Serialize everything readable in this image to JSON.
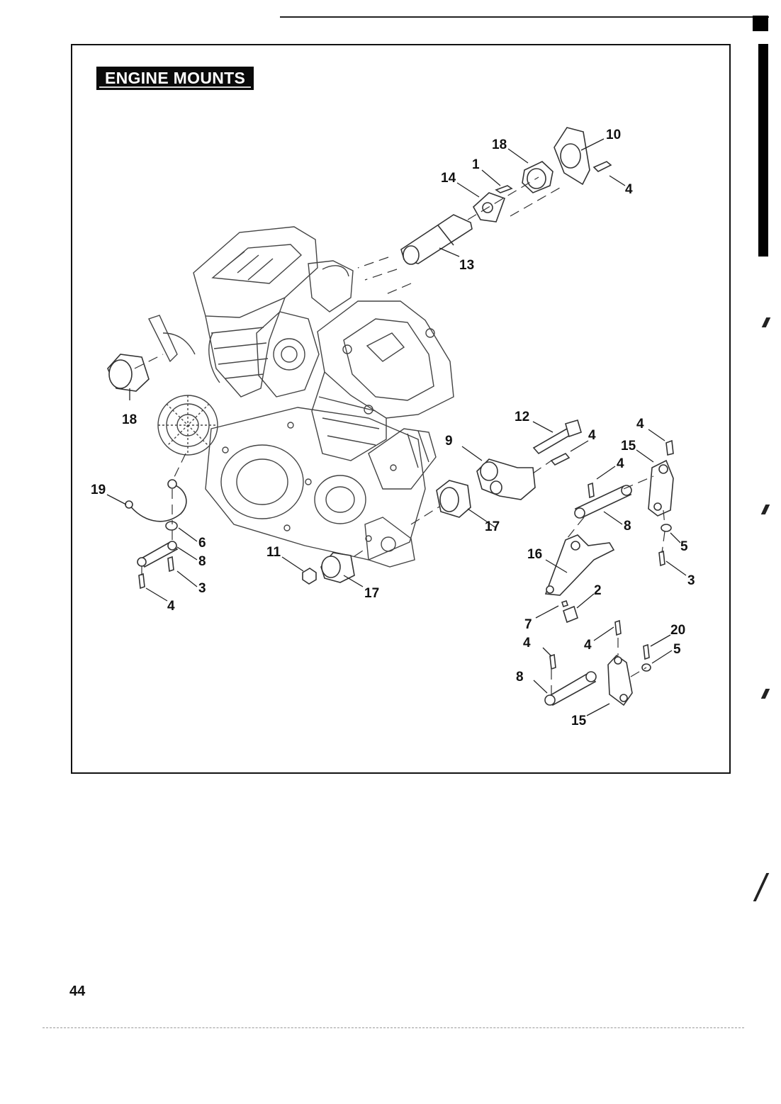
{
  "title": "ENGINE MOUNTS",
  "page_number": "44",
  "callouts": [
    {
      "id": "c10",
      "label": "10"
    },
    {
      "id": "c18a",
      "label": "18"
    },
    {
      "id": "c1",
      "label": "1"
    },
    {
      "id": "c14",
      "label": "14"
    },
    {
      "id": "c4a",
      "label": "4"
    },
    {
      "id": "c13",
      "label": "13"
    },
    {
      "id": "c18b",
      "label": "18"
    },
    {
      "id": "c12",
      "label": "12"
    },
    {
      "id": "c9",
      "label": "9"
    },
    {
      "id": "c4b",
      "label": "4"
    },
    {
      "id": "c4c",
      "label": "4"
    },
    {
      "id": "c15a",
      "label": "15"
    },
    {
      "id": "c4d",
      "label": "4"
    },
    {
      "id": "c19",
      "label": "19"
    },
    {
      "id": "c8a",
      "label": "8"
    },
    {
      "id": "c17a",
      "label": "17"
    },
    {
      "id": "c6",
      "label": "6"
    },
    {
      "id": "c5a",
      "label": "5"
    },
    {
      "id": "c8b",
      "label": "8"
    },
    {
      "id": "c16",
      "label": "16"
    },
    {
      "id": "c11",
      "label": "11"
    },
    {
      "id": "c3a",
      "label": "3"
    },
    {
      "id": "c3b",
      "label": "3"
    },
    {
      "id": "c17b",
      "label": "17"
    },
    {
      "id": "c2",
      "label": "2"
    },
    {
      "id": "c4e",
      "label": "4"
    },
    {
      "id": "c7",
      "label": "7"
    },
    {
      "id": "c20",
      "label": "20"
    },
    {
      "id": "c4f",
      "label": "4"
    },
    {
      "id": "c4g",
      "label": "4"
    },
    {
      "id": "c5b",
      "label": "5"
    },
    {
      "id": "c8c",
      "label": "8"
    },
    {
      "id": "c15b",
      "label": "15"
    }
  ]
}
